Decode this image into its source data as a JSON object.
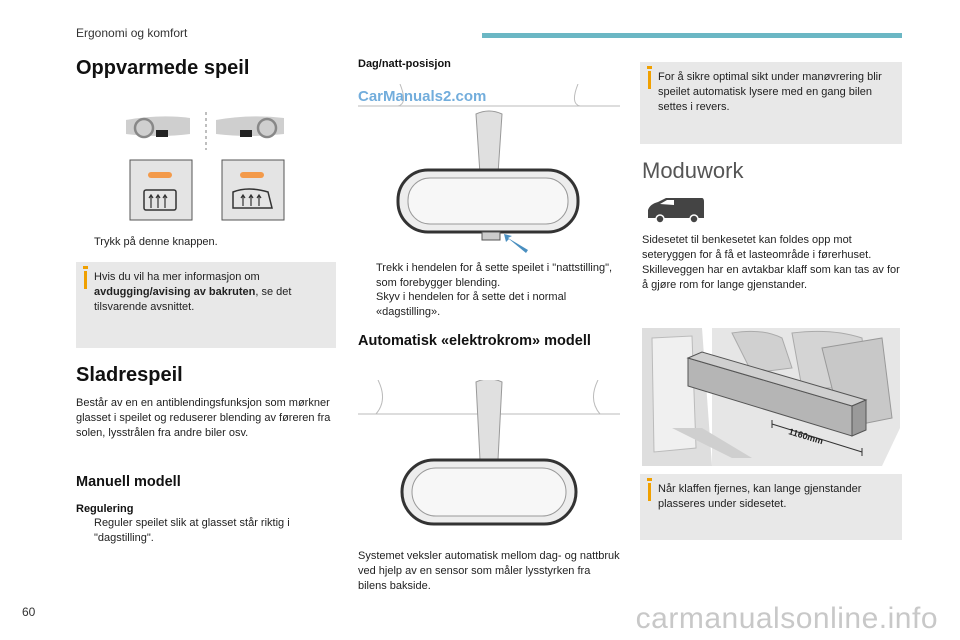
{
  "header": {
    "section": "Ergonomi og komfort"
  },
  "page_number": "60",
  "watermark_top": "CarManuals2.com",
  "watermark_bottom": "carmanualsonline.info",
  "col1": {
    "heated_title": "Oppvarmede speil",
    "press_bullet": "Trykk på denne knappen.",
    "info_prefix": "Hvis du vil ha mer informasjon om ",
    "info_bold": "avdugging/avising av bakruten",
    "info_suffix": ", se det tilsvarende avsnittet.",
    "mirror_title": "Sladrespeil",
    "mirror_text": "Består av en en antiblendingsfunksjon som mørkner glasset i speilet og reduserer blending av føreren fra solen, lysstrålen fra andre biler osv.",
    "manual_title": "Manuell modell",
    "adjust_label": "Regulering",
    "adjust_bullet": "Reguler speilet slik at glasset står riktig i \"dagstilling\"."
  },
  "col2": {
    "daynight_label": "Dag/natt-posisjon",
    "bullet1": "Trekk i hendelen for å sette speilet i \"nattstilling\", som forebygger blending.",
    "bullet2": "Skyv i hendelen for å sette det i normal «dagstilling».",
    "auto_title": "Automatisk «elektrokrom» modell",
    "auto_text": "Systemet veksler automatisk mellom dag- og nattbruk ved hjelp av en sensor som måler lysstyrken fra bilens bakside."
  },
  "col3": {
    "info_top": "For å sikre optimal sikt under manøvrering blir speilet automatisk lysere med en gang bilen settes i revers.",
    "moduwork_title": "Moduwork",
    "moduwork_text": "Sidesetet til benkesetet kan foldes opp mot seteryggen for å få et lasteområde i førerhuset. Skilleveggen har en avtakbar klaff som kan tas av for å gjøre rom for lange gjenstander.",
    "length_label": "1160mm",
    "info_bottom": "Når klaffen fjernes, kan lange gjenstander plasseres under sidesetet."
  },
  "bullet_marker": "",
  "colors": {
    "accent_bar": "#6bb7c4",
    "info_bg": "#e8e8e8",
    "info_mark": "#f0a000",
    "button_orange": "#f39a4a"
  }
}
